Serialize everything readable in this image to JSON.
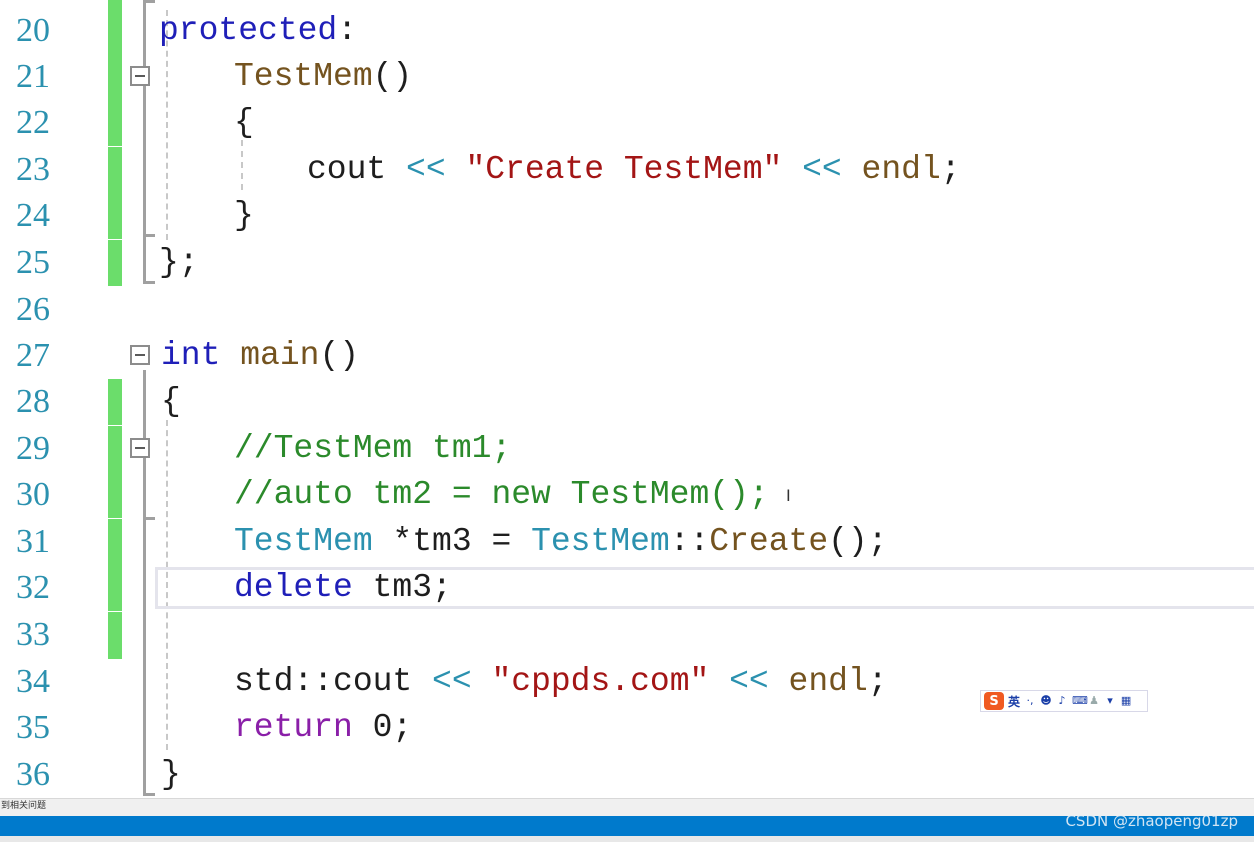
{
  "editor": {
    "lines": [
      {
        "num": "20",
        "changed": true
      },
      {
        "num": "21",
        "changed": true
      },
      {
        "num": "22",
        "changed": true
      },
      {
        "num": "23",
        "changed": true
      },
      {
        "num": "24",
        "changed": true
      },
      {
        "num": "25",
        "changed": true
      },
      {
        "num": "26",
        "changed": false
      },
      {
        "num": "27",
        "changed": false
      },
      {
        "num": "28",
        "changed": true
      },
      {
        "num": "29",
        "changed": true
      },
      {
        "num": "30",
        "changed": true
      },
      {
        "num": "31",
        "changed": true
      },
      {
        "num": "32",
        "changed": true
      },
      {
        "num": "33",
        "changed": true
      },
      {
        "num": "34",
        "changed": false
      },
      {
        "num": "35",
        "changed": false
      },
      {
        "num": "36",
        "changed": false
      }
    ],
    "code": {
      "l20_kw": "protected",
      "l20_colon": ":",
      "l21_fn": "TestMem",
      "l21_paren": "()",
      "l22_brace": "{",
      "l23_cout": "cout",
      "l23_op1": "<<",
      "l23_str": "\"Create TestMem\"",
      "l23_op2": "<<",
      "l23_endl": "endl",
      "l23_semi": ";",
      "l24_brace": "}",
      "l25_close": "};",
      "l27_kw": "int",
      "l27_fn": "main",
      "l27_paren": "()",
      "l28_brace": "{",
      "l29_comment": "//TestMem tm1;",
      "l30_comment": "//auto tm2 = new TestMem();",
      "l31_type": "TestMem",
      "l31_rest": " *tm3 = ",
      "l31_type2": "TestMem",
      "l31_scope": "::",
      "l31_fn": "Create",
      "l31_end": "();",
      "l32_kw": "delete",
      "l32_rest": " tm3;",
      "l34_std": "std::cout",
      "l34_op1": "<<",
      "l34_str": "\"cppds.com\"",
      "l34_op2": "<<",
      "l34_endl": "endl",
      "l34_semi": ";",
      "l35_kw": "return",
      "l35_rest": " 0;",
      "l36_brace": "}"
    }
  },
  "ime": {
    "logo": "S",
    "lang": "英",
    "icons": [
      "punctuation-icon",
      "emoji-icon",
      "mic-icon",
      "keyboard-icon",
      "user-icon",
      "skin-icon",
      "grid-icon"
    ]
  },
  "status": {
    "text": "到相关问题"
  },
  "watermark": "CSDN @zhaopeng01zp",
  "colors": {
    "keyword": "#1f1fb8",
    "control_keyword": "#8a1fa8",
    "function": "#74531f",
    "type": "#2b91af",
    "string": "#a31515",
    "comment": "#2b8a2b",
    "change_bar": "#6bdd6b",
    "status_bar": "#007acc"
  }
}
